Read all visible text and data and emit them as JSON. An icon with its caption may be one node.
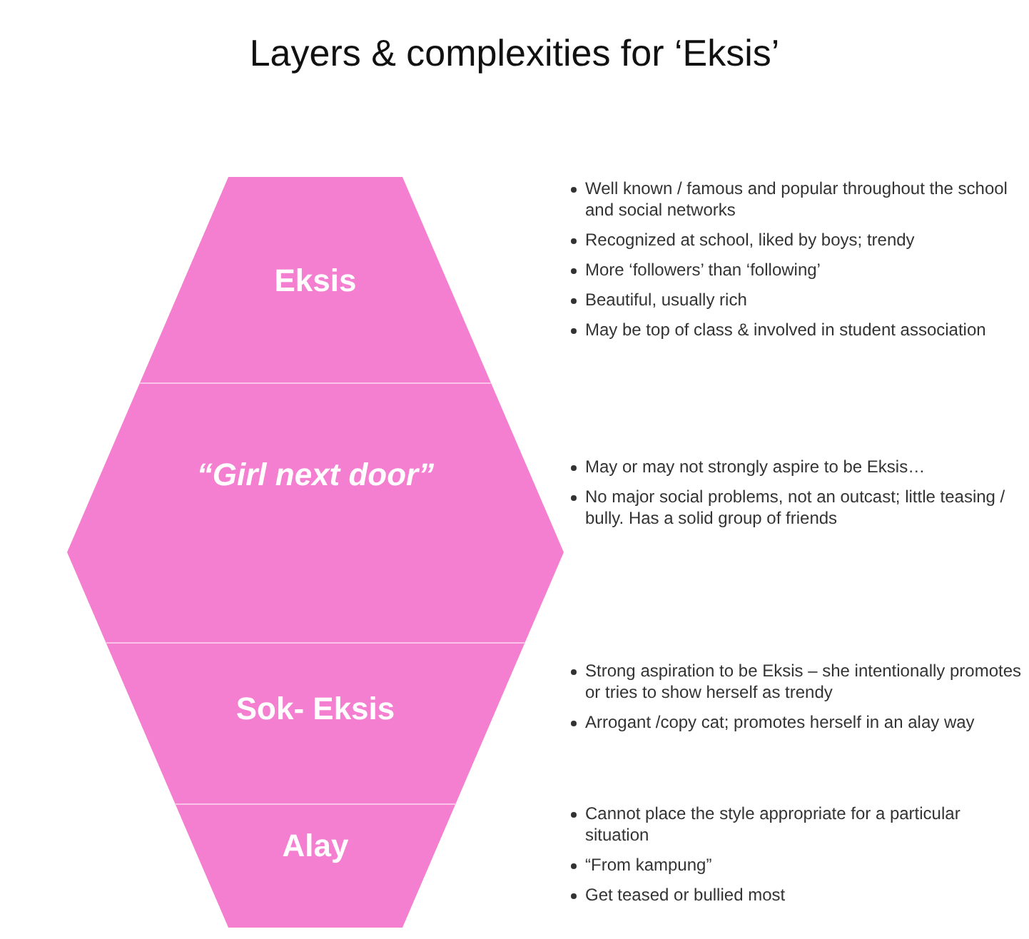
{
  "diagram": {
    "title": "Layers & complexities for ‘Eksis’",
    "nodes": [
      {
        "text": [
          "Eksis"
        ],
        "beside": [
          "Well known / famous and popular throughout the school and social networks",
          "Recognized at school, liked by boys; trendy",
          "More ‘followers’ than ‘following’",
          "Beautiful, usually rich",
          "May be top of class & involved in student association"
        ]
      },
      {
        "text": [
          "“Girl next door”"
        ],
        "beside": [
          "May or may not strongly aspire to be Eksis…",
          "No major social problems, not an outcast; little teasing / bully.  Has a solid group of friends"
        ]
      },
      {
        "text": [
          "Sok- Eksis"
        ],
        "beside": [
          "Strong aspiration to be Eksis – she intentionally promotes or tries to show herself as trendy",
          "Arrogant /copy cat; promotes herself in an alay way"
        ]
      },
      {
        "text": [
          "Alay"
        ],
        "beside": [
          "Cannot place the style appropriate for a particular situation",
          "“From kampung”",
          "Get teased or bullied most"
        ]
      }
    ]
  }
}
